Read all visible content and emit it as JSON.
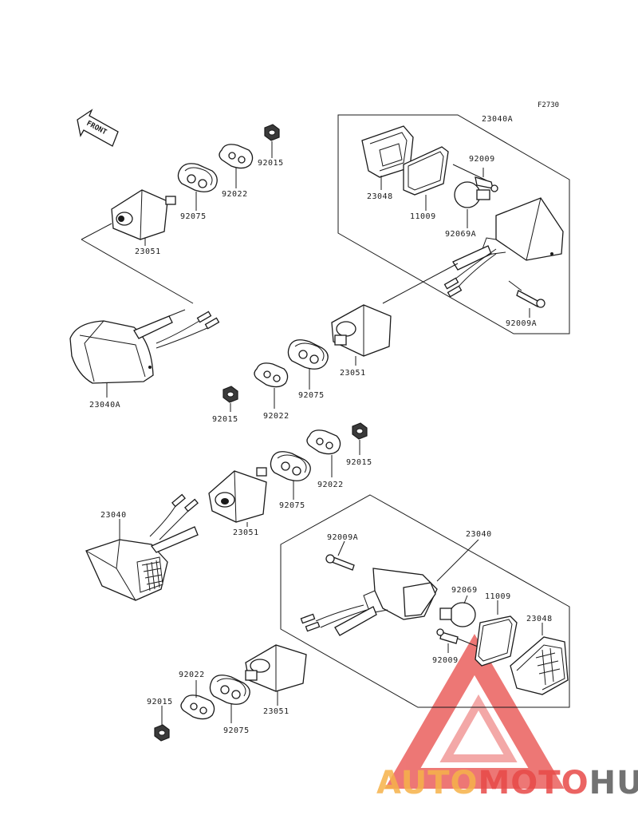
{
  "figure_code": "F2730",
  "front_label": "FRONT",
  "watermark": {
    "part1": "AUTO",
    "part2": "MOTO",
    "part3": "HUB",
    "color1": "#f6b24a",
    "color2": "#e84a48",
    "color3": "#5a5a5a"
  },
  "labels": {
    "l1": "92015",
    "l2": "92022",
    "l3": "92075",
    "l4": "23051",
    "l5": "23040A",
    "l6": "23048",
    "l7": "11009",
    "l8": "92009",
    "l9": "92069A",
    "l10": "92009A",
    "l11": "23051",
    "l12": "92075",
    "l13": "92022",
    "l14": "92015",
    "l15": "23040A",
    "l16": "92015",
    "l17": "92022",
    "l18": "92075",
    "l19": "23051",
    "l20": "23040",
    "l21": "92009A",
    "l22": "23040",
    "l23": "92069",
    "l24": "11009",
    "l25": "23048",
    "l26": "92009",
    "l27": "92022",
    "l28": "92015",
    "l29": "92075",
    "l30": "23051"
  }
}
